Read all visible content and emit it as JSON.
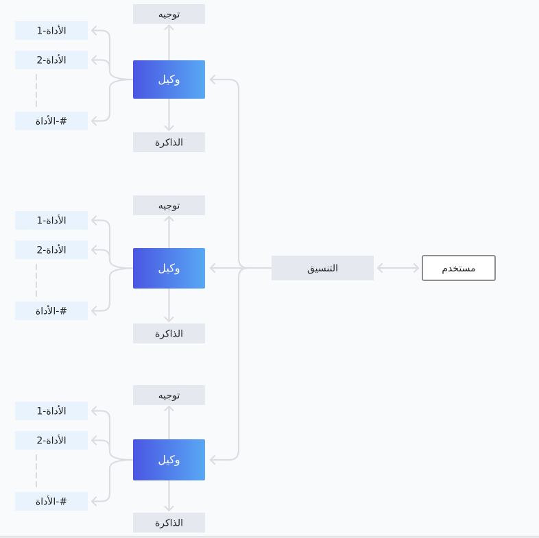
{
  "labels": {
    "agent": "وكيل",
    "routing": "توجيه",
    "memory": "الذاكرة",
    "tool_1": "الأداة-1",
    "tool_2": "الأداة-2",
    "tool_n": "الأداة-#",
    "orchestration": "التنسيق",
    "user": "مستخدم"
  },
  "agent_groups": [
    {
      "agent": "وكيل",
      "routing": "توجيه",
      "memory": "الذاكرة",
      "tools": [
        "الأداة-1",
        "الأداة-2",
        "الأداة-#"
      ]
    },
    {
      "agent": "وكيل",
      "routing": "توجيه",
      "memory": "الذاكرة",
      "tools": [
        "الأداة-1",
        "الأداة-2",
        "الأداة-#"
      ]
    },
    {
      "agent": "وكيل",
      "routing": "توجيه",
      "memory": "الذاكرة",
      "tools": [
        "الأداة-1",
        "الأداة-2",
        "الأداة-#"
      ]
    }
  ],
  "colors": {
    "agent_gradient_start": "#4a56e2",
    "agent_gradient_end": "#58a8f4",
    "tool_fill": "#e9f3fd",
    "gray_box_fill": "#e6e8ef",
    "user_border": "#6b6b6b",
    "connector": "#dcdde2",
    "text": "#222222"
  }
}
